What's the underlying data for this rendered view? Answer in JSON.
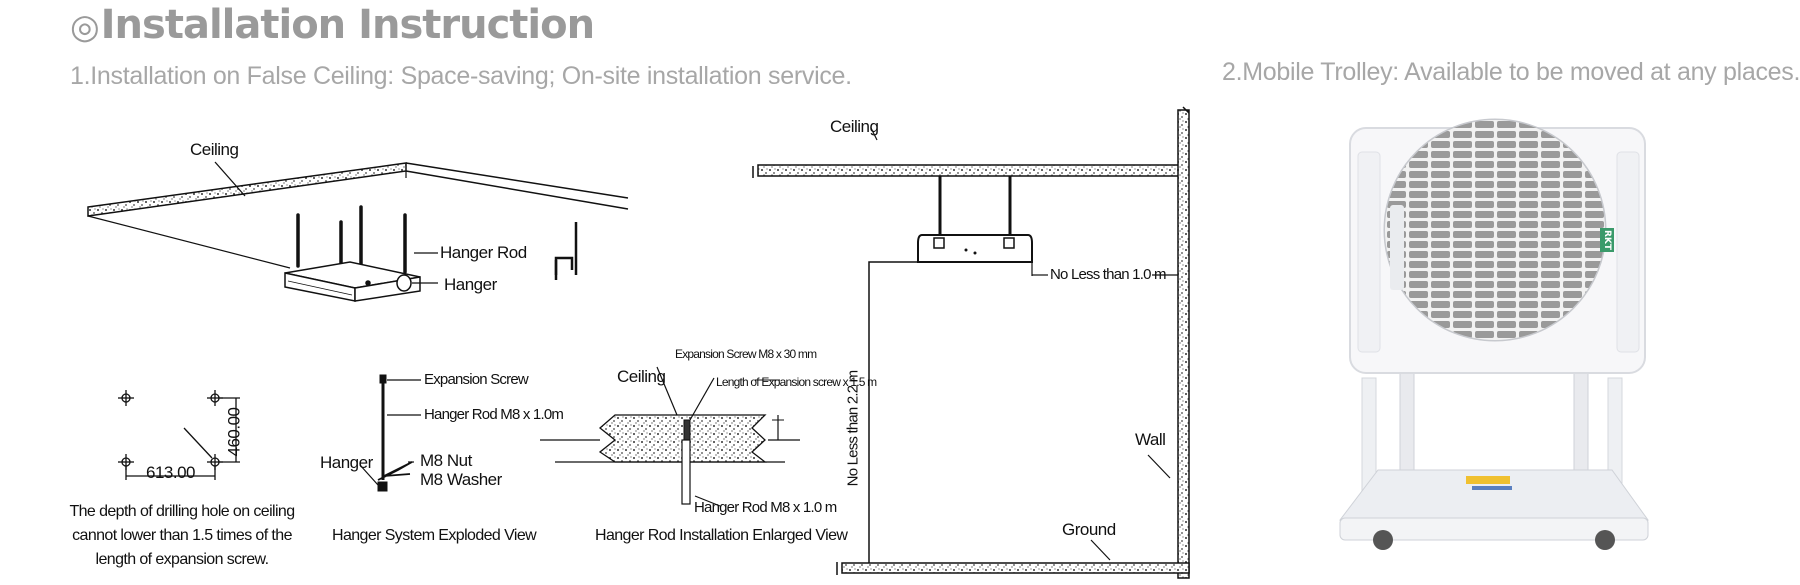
{
  "header": {
    "title_mark": "◎",
    "title": "Installation Instruction"
  },
  "sections": {
    "ceiling": {
      "heading": "1.Installation on False Ceiling: Space-saving; On-site installation service."
    },
    "trolley": {
      "heading": "2.Mobile Trolley: Available to be moved at any places."
    }
  },
  "iso_view": {
    "ceiling": "Ceiling",
    "hanger_rod": "Hanger Rod",
    "hanger": "Hanger"
  },
  "side_view": {
    "ceiling": "Ceiling",
    "no_less_1": "No Less than 1.0 m",
    "no_less_2": "No Less than 2.2 m",
    "wall": "Wall",
    "ground": "Ground"
  },
  "drilling": {
    "dim_h": "613.00",
    "dim_v": "460.00",
    "note_lines": [
      "The depth of drilling hole on ceiling",
      "cannot lower than 1.5 times of the",
      "length of expansion screw."
    ]
  },
  "exploded": {
    "expansion_screw": "Expansion Screw",
    "hanger_rod": "Hanger Rod M8 x 1.0m",
    "hanger": "Hanger",
    "nut": "M8 Nut",
    "washer": "M8 Washer",
    "caption": "Hanger System Exploded View"
  },
  "enlarged": {
    "screw_spec": "Expansion Screw M8 x 30 mm",
    "screw_length": "Length of Expansion screw x 1.5 m",
    "ceiling": "Ceiling",
    "hanger_rod": "Hanger Rod M8 x 1.0 m",
    "caption": "Hanger Rod Installation Enlarged View"
  },
  "product": {
    "brand": "RKT"
  }
}
